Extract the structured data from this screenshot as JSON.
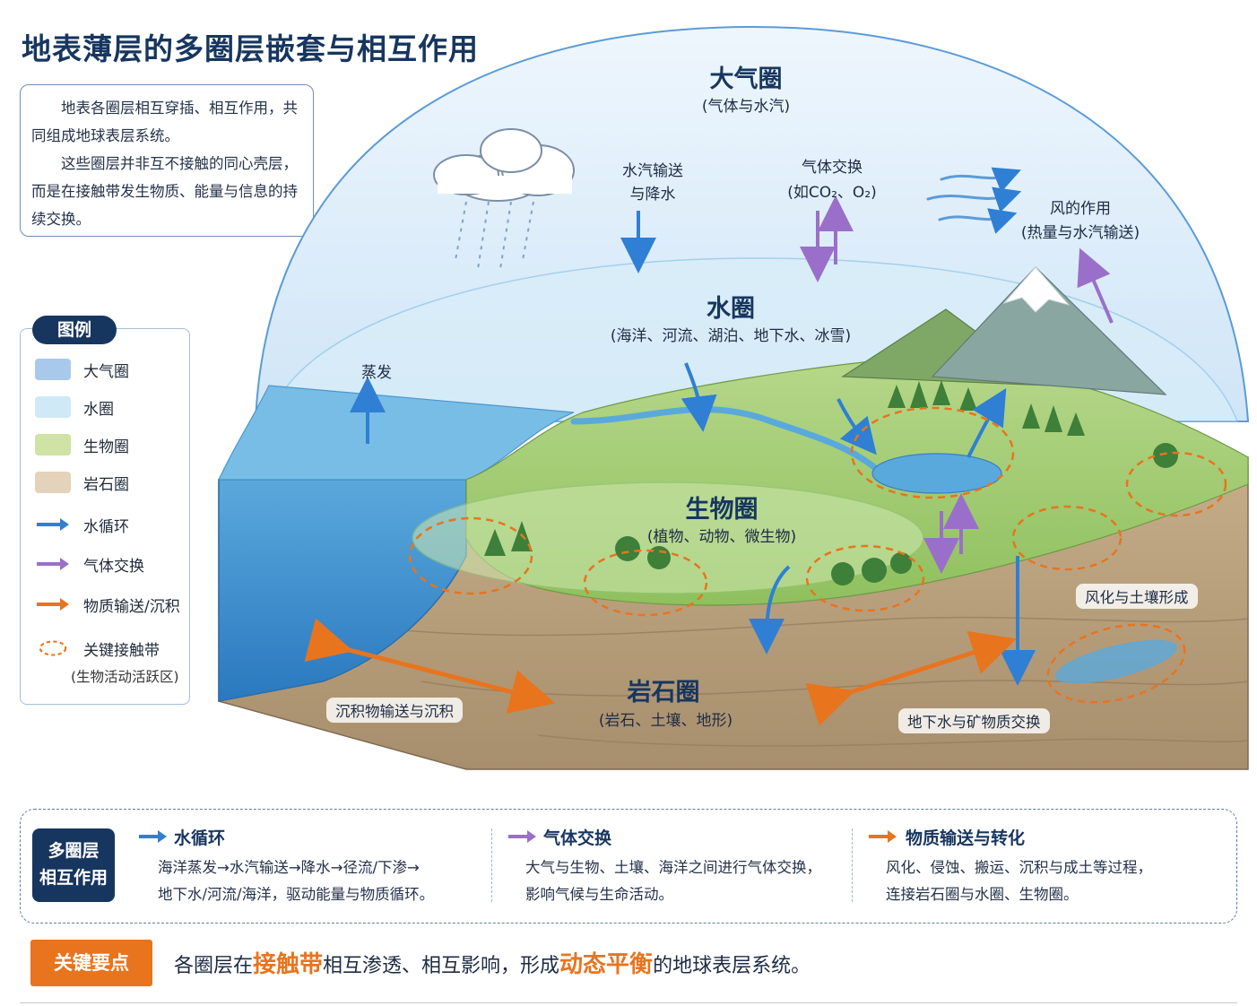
{
  "title": "地表薄层的多圈层嵌套与相互作用",
  "intro": {
    "p1": "地表各圈层相互穿插、相互作用，共同组成地球表层系统。",
    "p2": "这些圈层并非互不接触的同心壳层，而是在接触带发生物质、能量与信息的持续交换。"
  },
  "legend": {
    "title": "图例",
    "items": [
      {
        "label": "大气圈",
        "color": "#a9c9ec"
      },
      {
        "label": "水圈",
        "color": "#cfe9f6"
      },
      {
        "label": "生物圈",
        "color": "#cfe3a5"
      },
      {
        "label": "岩石圈",
        "color": "#e3d3bb"
      },
      {
        "label": "水循环",
        "color": "#2f7fd4"
      },
      {
        "label": "气体交换",
        "color": "#9a6fc9"
      },
      {
        "label": "物质输送/沉积",
        "color": "#e8741e"
      },
      {
        "label": "关键接触带",
        "color": "#e8741e"
      }
    ],
    "contact_sub": "(生物活动活跃区)"
  },
  "diagram": {
    "atmosphere": {
      "name": "大气圈",
      "sub": "(气体与水汽)"
    },
    "hydrosphere": {
      "name": "水圈",
      "sub": "(海洋、河流、湖泊、地下水、冰雪)"
    },
    "biosphere": {
      "name": "生物圈",
      "sub": "(植物、动物、微生物)"
    },
    "lithosphere": {
      "name": "岩石圈",
      "sub": "(岩石、土壤、地形)"
    },
    "vapor_l1": "水汽输送",
    "vapor_l2": "与降水",
    "gas_l1": "气体交换",
    "gas_l2": "(如CO₂、O₂)",
    "wind_l1": "风的作用",
    "wind_l2": "(热量与水汽输送)",
    "evaporation": "蒸发",
    "weathering": "风化与土壤形成",
    "sediment": "沉积物输送与沉积",
    "groundwater": "地下水与矿物质交换"
  },
  "bottom": {
    "badge_l1": "多圈层",
    "badge_l2": "相互作用",
    "water": {
      "head": "水循环",
      "l1": "海洋蒸发→水汽输送→降水→径流/下渗→",
      "l2": "地下水/河流/海洋，驱动能量与物质循环。"
    },
    "gas": {
      "head": "气体交换",
      "l1": "大气与生物、土壤、海洋之间进行气体交换，",
      "l2": "影响气候与生命活动。"
    },
    "material": {
      "head": "物质输送与转化",
      "l1": "风化、侵蚀、搬运、沉积与成土等过程，",
      "l2": "连接岩石圈与水圈、生物圈。"
    }
  },
  "key": {
    "badge": "关键要点",
    "t1": "各圈层在",
    "h1": "接触带",
    "t2": "相互渗透、相互影响，形成",
    "h2": "动态平衡",
    "t3": "的地球表层系统。"
  }
}
